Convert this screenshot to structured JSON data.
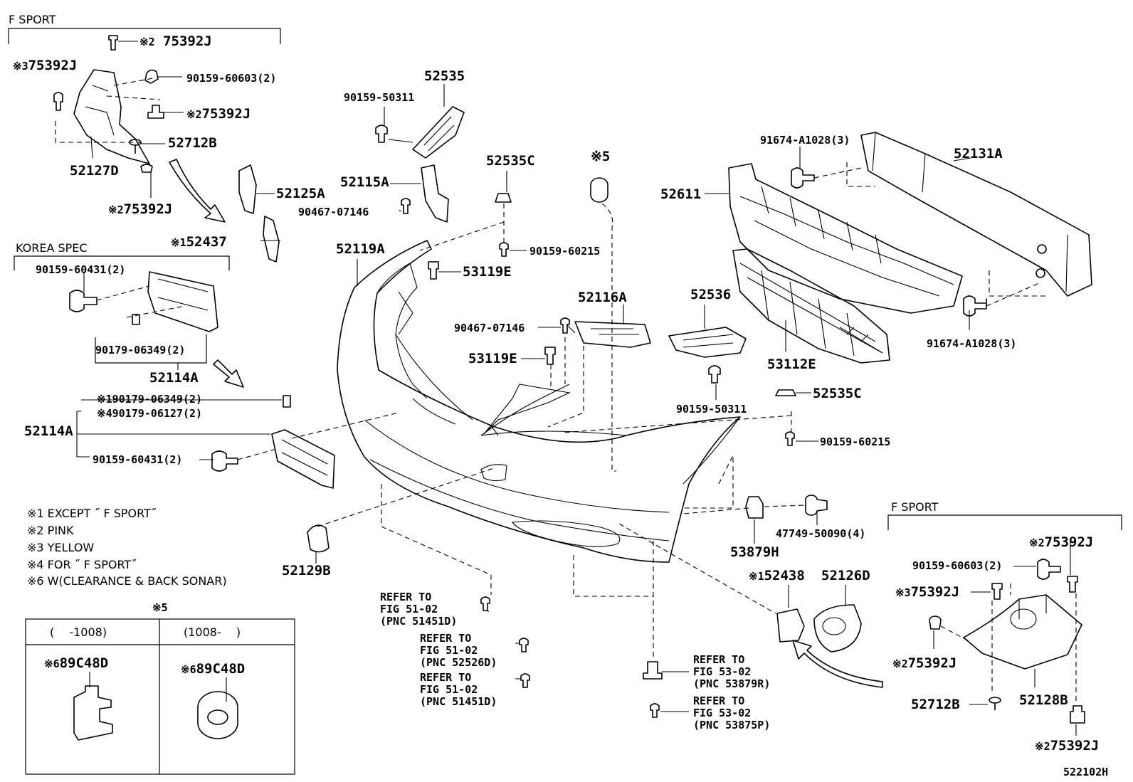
{
  "groups": {
    "f_sport_top": "F SPORT",
    "korea_spec": "KOREA SPEC",
    "f_sport_bottom": "F SPORT"
  },
  "labels": [
    {
      "id": "l01",
      "mark": "※2",
      "text": "75392J"
    },
    {
      "id": "l02",
      "mark": "※3",
      "text": "75392J"
    },
    {
      "id": "l03",
      "mark": "",
      "text": "90159-60603(2)"
    },
    {
      "id": "l04",
      "mark": "※2",
      "text": "75392J"
    },
    {
      "id": "l05",
      "mark": "",
      "text": "52712B"
    },
    {
      "id": "l06",
      "mark": "",
      "text": "52127D"
    },
    {
      "id": "l07",
      "mark": "※2",
      "text": "75392J"
    },
    {
      "id": "l08",
      "mark": "",
      "text": "52535"
    },
    {
      "id": "l09",
      "mark": "",
      "text": "90159-50311"
    },
    {
      "id": "l10",
      "mark": "",
      "text": "52535C"
    },
    {
      "id": "l11",
      "mark": "",
      "text": "52115A"
    },
    {
      "id": "l12",
      "mark": "",
      "text": "90467-07146"
    },
    {
      "id": "l13",
      "mark": "",
      "text": "52125A"
    },
    {
      "id": "l14",
      "mark": "※1",
      "text": "52437"
    },
    {
      "id": "l15",
      "mark": "",
      "text": "90159-60215"
    },
    {
      "id": "l16",
      "mark": "",
      "text": "52119A"
    },
    {
      "id": "l17",
      "mark": "",
      "text": "53119E"
    },
    {
      "id": "l18",
      "mark": "※5",
      "text": ""
    },
    {
      "id": "l19",
      "mark": "",
      "text": "52116A"
    },
    {
      "id": "l20",
      "mark": "",
      "text": "90467-07146"
    },
    {
      "id": "l21",
      "mark": "",
      "text": "53119E"
    },
    {
      "id": "l22",
      "mark": "",
      "text": "91674-A1028(3)"
    },
    {
      "id": "l23",
      "mark": "",
      "text": "52131A"
    },
    {
      "id": "l24",
      "mark": "",
      "text": "52611"
    },
    {
      "id": "l25",
      "mark": "",
      "text": "52536"
    },
    {
      "id": "l26",
      "mark": "",
      "text": "91674-A1028(3)"
    },
    {
      "id": "l27",
      "mark": "",
      "text": "53112E"
    },
    {
      "id": "l28",
      "mark": "",
      "text": "90159-50311"
    },
    {
      "id": "l29",
      "mark": "",
      "text": "52535C"
    },
    {
      "id": "l30",
      "mark": "",
      "text": "90159-60215"
    },
    {
      "id": "l31",
      "mark": "",
      "text": "90159-60431(2)"
    },
    {
      "id": "l32",
      "mark": "",
      "text": "90179-06349(2)"
    },
    {
      "id": "l33",
      "mark": "",
      "text": "52114A"
    },
    {
      "id": "l34",
      "mark": "※1",
      "text": "90179-06349(2)"
    },
    {
      "id": "l35",
      "mark": "※4",
      "text": "90179-06127(2)"
    },
    {
      "id": "l36",
      "mark": "",
      "text": "52114A"
    },
    {
      "id": "l37",
      "mark": "",
      "text": "90159-60431(2)"
    },
    {
      "id": "l38",
      "mark": "",
      "text": "52129B"
    },
    {
      "id": "l39",
      "mark": "",
      "text": "53879H"
    },
    {
      "id": "l40",
      "mark": "",
      "text": "47749-50090(4)"
    },
    {
      "id": "l41",
      "mark": "※2",
      "text": "75392J"
    },
    {
      "id": "l42",
      "mark": "",
      "text": "90159-60603(2)"
    },
    {
      "id": "l43",
      "mark": "※3",
      "text": "75392J"
    },
    {
      "id": "l44",
      "mark": "※1",
      "text": "52438"
    },
    {
      "id": "l45",
      "mark": "",
      "text": "52126D"
    },
    {
      "id": "l46",
      "mark": "※2",
      "text": "75392J"
    },
    {
      "id": "l47",
      "mark": "",
      "text": "52712B"
    },
    {
      "id": "l48",
      "mark": "",
      "text": "52128B"
    },
    {
      "id": "l49",
      "mark": "※2",
      "text": "75392J"
    }
  ],
  "refers": [
    {
      "id": "r1",
      "lines": [
        "REFER TO",
        "FIG 51-02",
        "(PNC 51451D)"
      ]
    },
    {
      "id": "r2",
      "lines": [
        "REFER TO",
        "FIG 51-02",
        "(PNC 52526D)"
      ]
    },
    {
      "id": "r3",
      "lines": [
        "REFER TO",
        "FIG 51-02",
        "(PNC 51451D)"
      ]
    },
    {
      "id": "r4",
      "lines": [
        "REFER TO",
        "FIG 53-02",
        "(PNC 53879R)"
      ]
    },
    {
      "id": "r5",
      "lines": [
        "REFER TO",
        "FIG 53-02",
        "(PNC 53875P)"
      ]
    }
  ],
  "notes": [
    "※1 EXCEPT ˝ F SPORT˝",
    "※2 PINK",
    "※3 YELLOW",
    "※4 FOR ˝ F SPORT˝",
    "※6 W(CLEARANCE & BACK SONAR)"
  ],
  "sonar_table": {
    "title": "※5",
    "columns": [
      "(　 -1008)",
      "(1008-　 )"
    ],
    "cells": [
      {
        "mark": "※6",
        "part": "89C48D"
      },
      {
        "mark": "※6",
        "part": "89C48D"
      }
    ]
  },
  "diagram_id": "522102H"
}
